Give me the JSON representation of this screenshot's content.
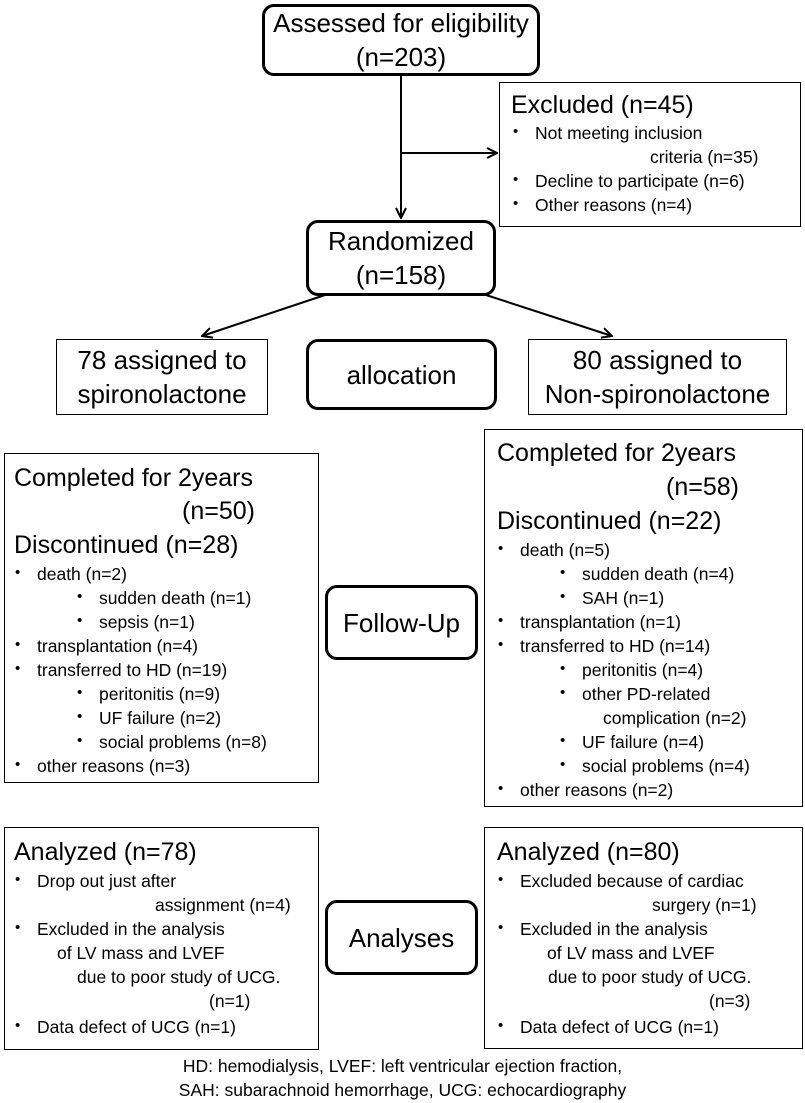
{
  "assessed": {
    "line1": "Assessed for eligibility",
    "line2": "(n=203)"
  },
  "excluded": {
    "title": "Excluded (n=45)",
    "items": [
      "Not meeting inclusion",
      "criteria (n=35)",
      "Decline to participate (n=6)",
      "Other reasons (n=4)"
    ]
  },
  "randomized": {
    "line1": "Randomized",
    "line2": "(n=158)"
  },
  "left_arm": {
    "line1": "78 assigned to",
    "line2": "spironolactone"
  },
  "allocation": "allocation",
  "right_arm": {
    "line1": "80 assigned to",
    "line2": "Non-spironolactone"
  },
  "followup_label": "Follow-Up",
  "left_followup": {
    "completed": "Completed for 2years",
    "completed_n": "(n=50)",
    "discontinued": "Discontinued (n=28)",
    "items": [
      "death (n=2)",
      "sudden death (n=1)",
      "sepsis (n=1)",
      "transplantation (n=4)",
      "transferred to HD (n=19)",
      "peritonitis (n=9)",
      "UF failure (n=2)",
      "social problems (n=8)",
      "other reasons (n=3)"
    ]
  },
  "right_followup": {
    "completed": "Completed for 2years",
    "completed_n": "(n=58)",
    "discontinued": "Discontinued (n=22)",
    "items": [
      "death (n=5)",
      "sudden death (n=4)",
      "SAH (n=1)",
      "transplantation (n=1)",
      "transferred to HD (n=14)",
      "peritonitis (n=4)",
      "other PD-related",
      "complication (n=2)",
      "UF failure (n=4)",
      "social problems (n=4)",
      "other reasons (n=2)"
    ]
  },
  "analyses_label": "Analyses",
  "left_analysis": {
    "title": "Analyzed (n=78)",
    "items": [
      "Drop out just after",
      "assignment (n=4)",
      "Excluded in the analysis",
      "of LV mass and LVEF",
      "due to poor study of UCG.",
      "(n=1)",
      "Data defect of UCG (n=1)"
    ]
  },
  "right_analysis": {
    "title": "Analyzed (n=80)",
    "items": [
      "Excluded because of cardiac",
      "surgery (n=1)",
      "Excluded in the analysis",
      "of LV mass and LVEF",
      "due to poor study of UCG.",
      "(n=3)",
      "Data defect of  UCG (n=1)"
    ]
  },
  "footnote": {
    "line1": "HD: hemodialysis, LVEF: left ventricular ejection fraction,",
    "line2": "SAH: subarachnoid hemorrhage, UCG: echocardiography"
  }
}
